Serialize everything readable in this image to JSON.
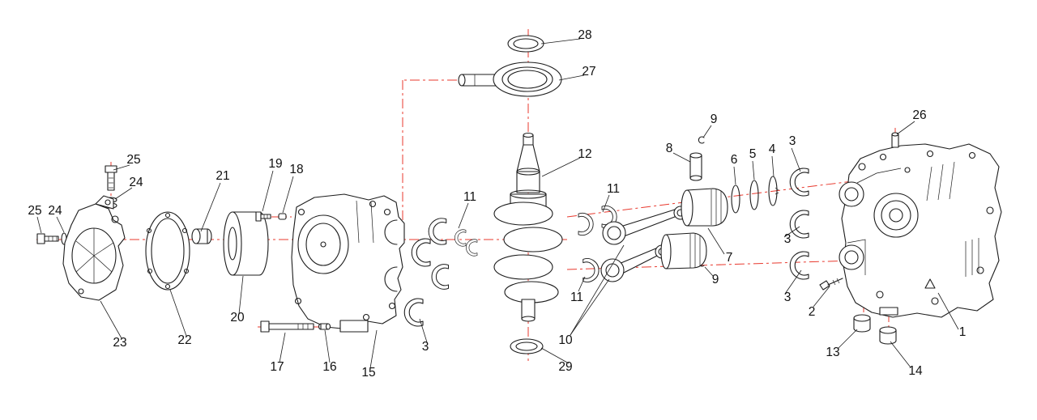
{
  "diagram": {
    "type": "exploded-parts-diagram",
    "colors": {
      "line": "#1c1c1c",
      "centerline": "#e8392e",
      "background": "#ffffff"
    }
  },
  "callouts": {
    "1": "1",
    "2": "2",
    "3a": "3",
    "3b": "3",
    "3c": "3",
    "3d": "3",
    "4": "4",
    "5": "5",
    "6": "6",
    "7": "7",
    "8": "8",
    "9a": "9",
    "9b": "9",
    "10": "10",
    "11a": "11",
    "11b": "11",
    "11c": "11",
    "12": "12",
    "13": "13",
    "14": "14",
    "15": "15",
    "16": "16",
    "17": "17",
    "18": "18",
    "19": "19",
    "20": "20",
    "21": "21",
    "22": "22",
    "23": "23",
    "24a": "24",
    "24b": "24",
    "25a": "25",
    "25b": "25",
    "26": "26",
    "27": "27",
    "28": "28",
    "29": "29"
  }
}
